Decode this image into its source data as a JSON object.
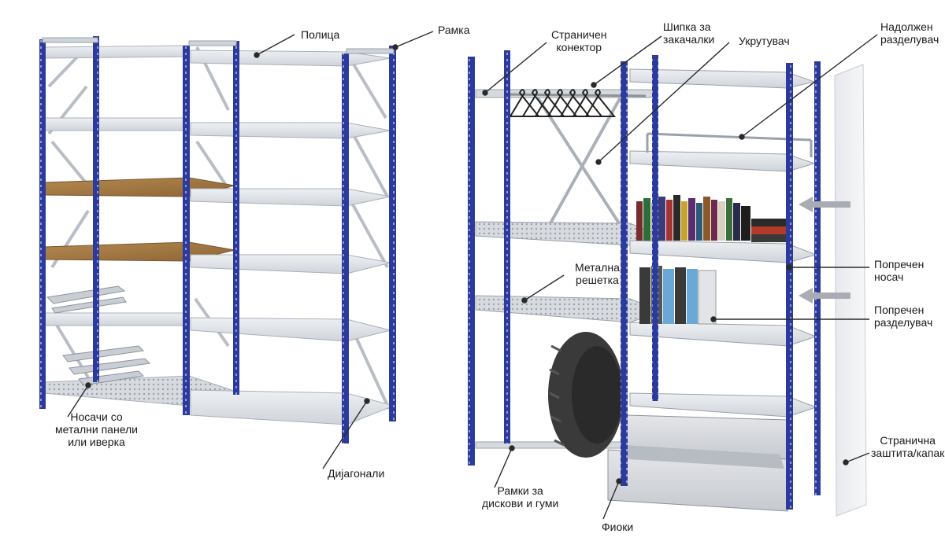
{
  "colors": {
    "upright": "#2c3a9c",
    "upright_dark": "#1c2670",
    "shelf": "#dfe3e8",
    "shelf_edge": "#b7bdc5",
    "wood": "#a47a46",
    "leader": "#2a2a2a",
    "tire": "#3a3a3a",
    "drawer": "#d9dbdf",
    "side_panel": "#f1f2f4"
  },
  "labels": {
    "shelf": "Полица",
    "frame": "Рамка",
    "side_connector": [
      "Страничен",
      "конектор"
    ],
    "hanger_rod": [
      "Шипка за",
      "закачалки"
    ],
    "stiffener": "Укрутувач",
    "top_divider": [
      "Надолжен",
      "разделувач"
    ],
    "cross_beam": [
      "Попречен",
      "носач"
    ],
    "cross_divider": [
      "Попречен",
      "разделувач"
    ],
    "side_cover": [
      "Странична",
      "заштита/капак"
    ],
    "metal_grid": [
      "Метална",
      "решетка"
    ],
    "panel_supports": [
      "Носачи со",
      "метални панели",
      "или иверка"
    ],
    "diagonals": "Дијагонали",
    "rim_frames": [
      "Рамки за",
      "дискови и гуми"
    ],
    "drawers": "Фиоки"
  }
}
